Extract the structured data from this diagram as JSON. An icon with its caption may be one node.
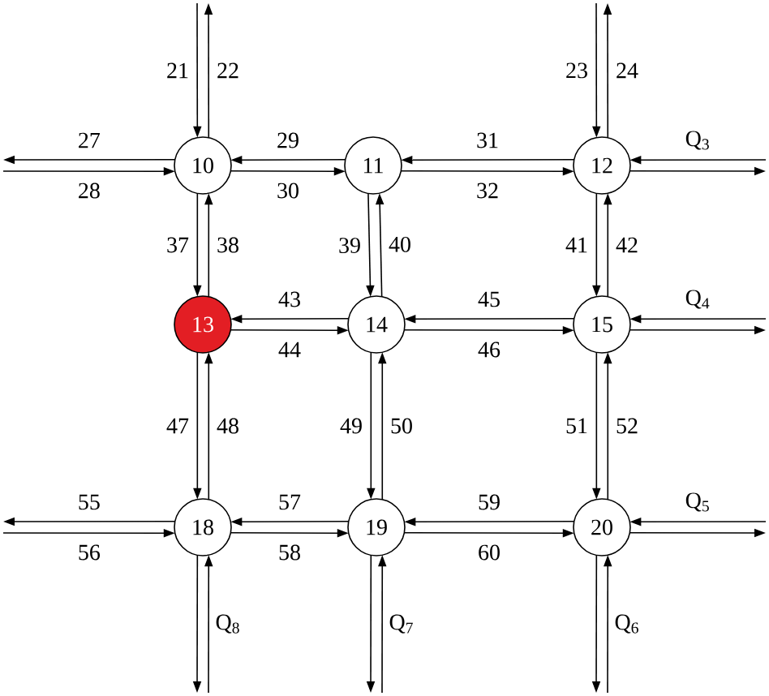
{
  "diagram": {
    "nodes": [
      {
        "text": [
          "10"
        ]
      },
      {
        "text": [
          "11"
        ]
      },
      {
        "text": [
          "12"
        ]
      },
      {
        "text": [
          "13"
        ]
      },
      {
        "text": [
          "14"
        ]
      },
      {
        "text": [
          "15"
        ]
      },
      {
        "text": [
          "18"
        ]
      },
      {
        "text": [
          "19"
        ]
      },
      {
        "text": [
          "20"
        ]
      }
    ],
    "edges": [
      {
        "from": null,
        "to": 0,
        "arrow": "to",
        "label": "21"
      },
      {
        "from": 0,
        "to": null,
        "arrow": "to",
        "label": "22"
      },
      {
        "from": null,
        "to": 2,
        "arrow": "to",
        "label": "23"
      },
      {
        "from": 2,
        "to": null,
        "arrow": "to",
        "label": "24"
      },
      {
        "from": 0,
        "to": null,
        "arrow": "to",
        "label": "27"
      },
      {
        "from": null,
        "to": 0,
        "arrow": "to",
        "label": "28"
      },
      {
        "from": 1,
        "to": 0,
        "arrow": "to",
        "label": "29"
      },
      {
        "from": 0,
        "to": 1,
        "arrow": "to",
        "label": "30"
      },
      {
        "from": 2,
        "to": 1,
        "arrow": "to",
        "label": "31"
      },
      {
        "from": 1,
        "to": 2,
        "arrow": "to",
        "label": "32"
      },
      {
        "from": 0,
        "to": 3,
        "arrow": "to",
        "label": "37"
      },
      {
        "from": 3,
        "to": 0,
        "arrow": "to",
        "label": "38"
      },
      {
        "from": 1,
        "to": 4,
        "arrow": "to",
        "label": "39"
      },
      {
        "from": 4,
        "to": 1,
        "arrow": "to",
        "label": "40"
      },
      {
        "from": 2,
        "to": 5,
        "arrow": "to",
        "label": "41"
      },
      {
        "from": 5,
        "to": 2,
        "arrow": "to",
        "label": "42"
      },
      {
        "from": 4,
        "to": 3,
        "arrow": "to",
        "label": "43"
      },
      {
        "from": 3,
        "to": 4,
        "arrow": "to",
        "label": "44"
      },
      {
        "from": 5,
        "to": 4,
        "arrow": "to",
        "label": "45"
      },
      {
        "from": 4,
        "to": 5,
        "arrow": "to",
        "label": "46"
      },
      {
        "from": 3,
        "to": 6,
        "arrow": "to",
        "label": "47"
      },
      {
        "from": 6,
        "to": 3,
        "arrow": "to",
        "label": "48"
      },
      {
        "from": 4,
        "to": 7,
        "arrow": "to",
        "label": "49"
      },
      {
        "from": 7,
        "to": 4,
        "arrow": "to",
        "label": "50"
      },
      {
        "from": 5,
        "to": 8,
        "arrow": "to",
        "label": "51"
      },
      {
        "from": 8,
        "to": 5,
        "arrow": "to",
        "label": "52"
      },
      {
        "from": 6,
        "to": null,
        "arrow": "to",
        "label": "55"
      },
      {
        "from": null,
        "to": 6,
        "arrow": "to",
        "label": "56"
      },
      {
        "from": 7,
        "to": 6,
        "arrow": "to",
        "label": "57"
      },
      {
        "from": 6,
        "to": 7,
        "arrow": "to",
        "label": "58"
      },
      {
        "from": 8,
        "to": 7,
        "arrow": "to",
        "label": "59"
      },
      {
        "from": 7,
        "to": 8,
        "arrow": "to",
        "label": "60"
      },
      {
        "from": null,
        "to": 2,
        "arrow": "to",
        "label": "Q$_{3}$"
      },
      {
        "from": 2,
        "to": null,
        "arrow": "to"
      },
      {
        "from": null,
        "to": 5,
        "arrow": "to",
        "label": "Q$_{4}$"
      },
      {
        "from": 5,
        "to": null,
        "arrow": "to"
      },
      {
        "from": null,
        "to": 8,
        "arrow": "to",
        "label": "Q$_{5}$"
      },
      {
        "from": 8,
        "to": null,
        "arrow": "to"
      },
      {
        "from": null,
        "to": 8,
        "arrow": "to",
        "label": "Q$_{6}$"
      },
      {
        "from": 8,
        "to": null,
        "arrow": "to"
      },
      {
        "from": null,
        "to": 7,
        "arrow": "to",
        "label": "Q$_{7}$"
      },
      {
        "from": 7,
        "to": null,
        "arrow": "to"
      },
      {
        "from": null,
        "to": 6,
        "arrow": "to",
        "label": "Q$_{8}$"
      },
      {
        "from": 6,
        "to": null,
        "arrow": "to"
      }
    ]
  }
}
